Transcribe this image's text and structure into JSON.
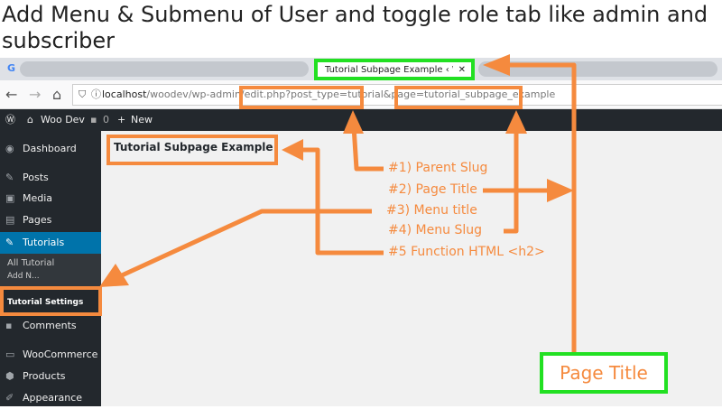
{
  "heading": "Add Menu & Submenu of User and toggle role tab like admin and subscriber",
  "browser": {
    "tab_title": "Tutorial Subpage Example ‹ Woo D",
    "tab_close": "✕",
    "url_host": "localhost",
    "url_path": "/woodev/wp-admin/edit.php?post_type=tutorial&page=tutorial_subpage_example"
  },
  "adminbar": {
    "site": "Woo Dev",
    "comments": "0",
    "new": "New"
  },
  "sidebar": {
    "items": [
      {
        "label": "Dashboard",
        "icon": "dashboard-icon"
      },
      {
        "label": "Posts",
        "icon": "pin-icon"
      },
      {
        "label": "Media",
        "icon": "media-icon"
      },
      {
        "label": "Pages",
        "icon": "pages-icon"
      },
      {
        "label": "Tutorials",
        "icon": "pin-icon"
      },
      {
        "label": "Comments",
        "icon": "comment-icon"
      },
      {
        "label": "WooCommerce",
        "icon": "woo-icon"
      },
      {
        "label": "Products",
        "icon": "box-icon"
      },
      {
        "label": "Appearance",
        "icon": "brush-icon"
      }
    ],
    "submenu": [
      "All Tutorial",
      "Add N...",
      "Tutorial Settings"
    ]
  },
  "main": {
    "page_heading": "Tutorial Subpage Example"
  },
  "annotations": {
    "parent_slug": "#1) Parent Slug",
    "page_title": "#2) Page Title",
    "menu_title": "#3) Menu title",
    "menu_slug": "#4) Menu Slug",
    "function_html": "#5 Function HTML <h2>",
    "page_title_box": "Page Title"
  },
  "colors": {
    "annotation": "#f58a3e",
    "highlight": "#22e022",
    "wp_admin": "#23282d",
    "active": "#0073aa"
  }
}
